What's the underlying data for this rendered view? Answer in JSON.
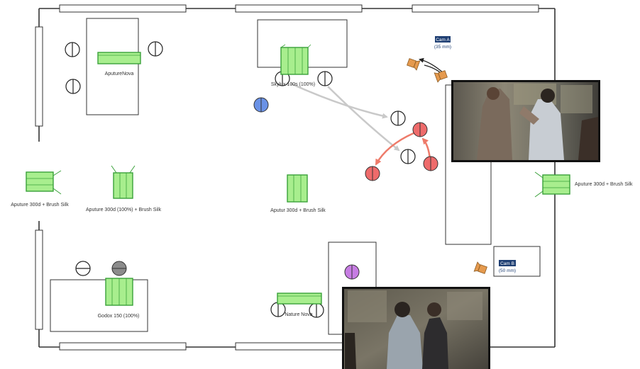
{
  "colors": {
    "wall": "#333333",
    "window_fill": "#ffffff",
    "light_fill": "#a8ee8e",
    "light_stroke": "#3aa13a",
    "person_red": "#ee6b6b",
    "person_blue": "#6a92e6",
    "person_purple": "#c77de3",
    "person_gray": "#8c8c8c",
    "arrow_gray": "#c9c9c9",
    "arrow_red": "#ee7b6a",
    "camera": "#e59a4e",
    "camera_label_bg": "#1f3f73"
  },
  "lights": {
    "aputure_nova": "AputureNova",
    "skylux": "Skylux 100s (100%)",
    "aputure_left": "Aputure 300d + Brush Silk",
    "aputure_mid_left": "Aputure 300d (100%) + Brush Silk",
    "aputure_center": "Aputur 300d + Brush Silk",
    "aputure_right": "Aputure 300d + Brush Silk",
    "godox": "Godox 150 (100%)",
    "bottom_light": "Nature Nova"
  },
  "cameras": {
    "cam_a": {
      "name": "Cam A",
      "lens": "(35 mm)"
    },
    "cam_b": {
      "name": "Cam B",
      "lens": "(50 mm)"
    }
  },
  "icons": {
    "camera": "camera-icon",
    "person": "person-icon",
    "light": "light-icon"
  }
}
